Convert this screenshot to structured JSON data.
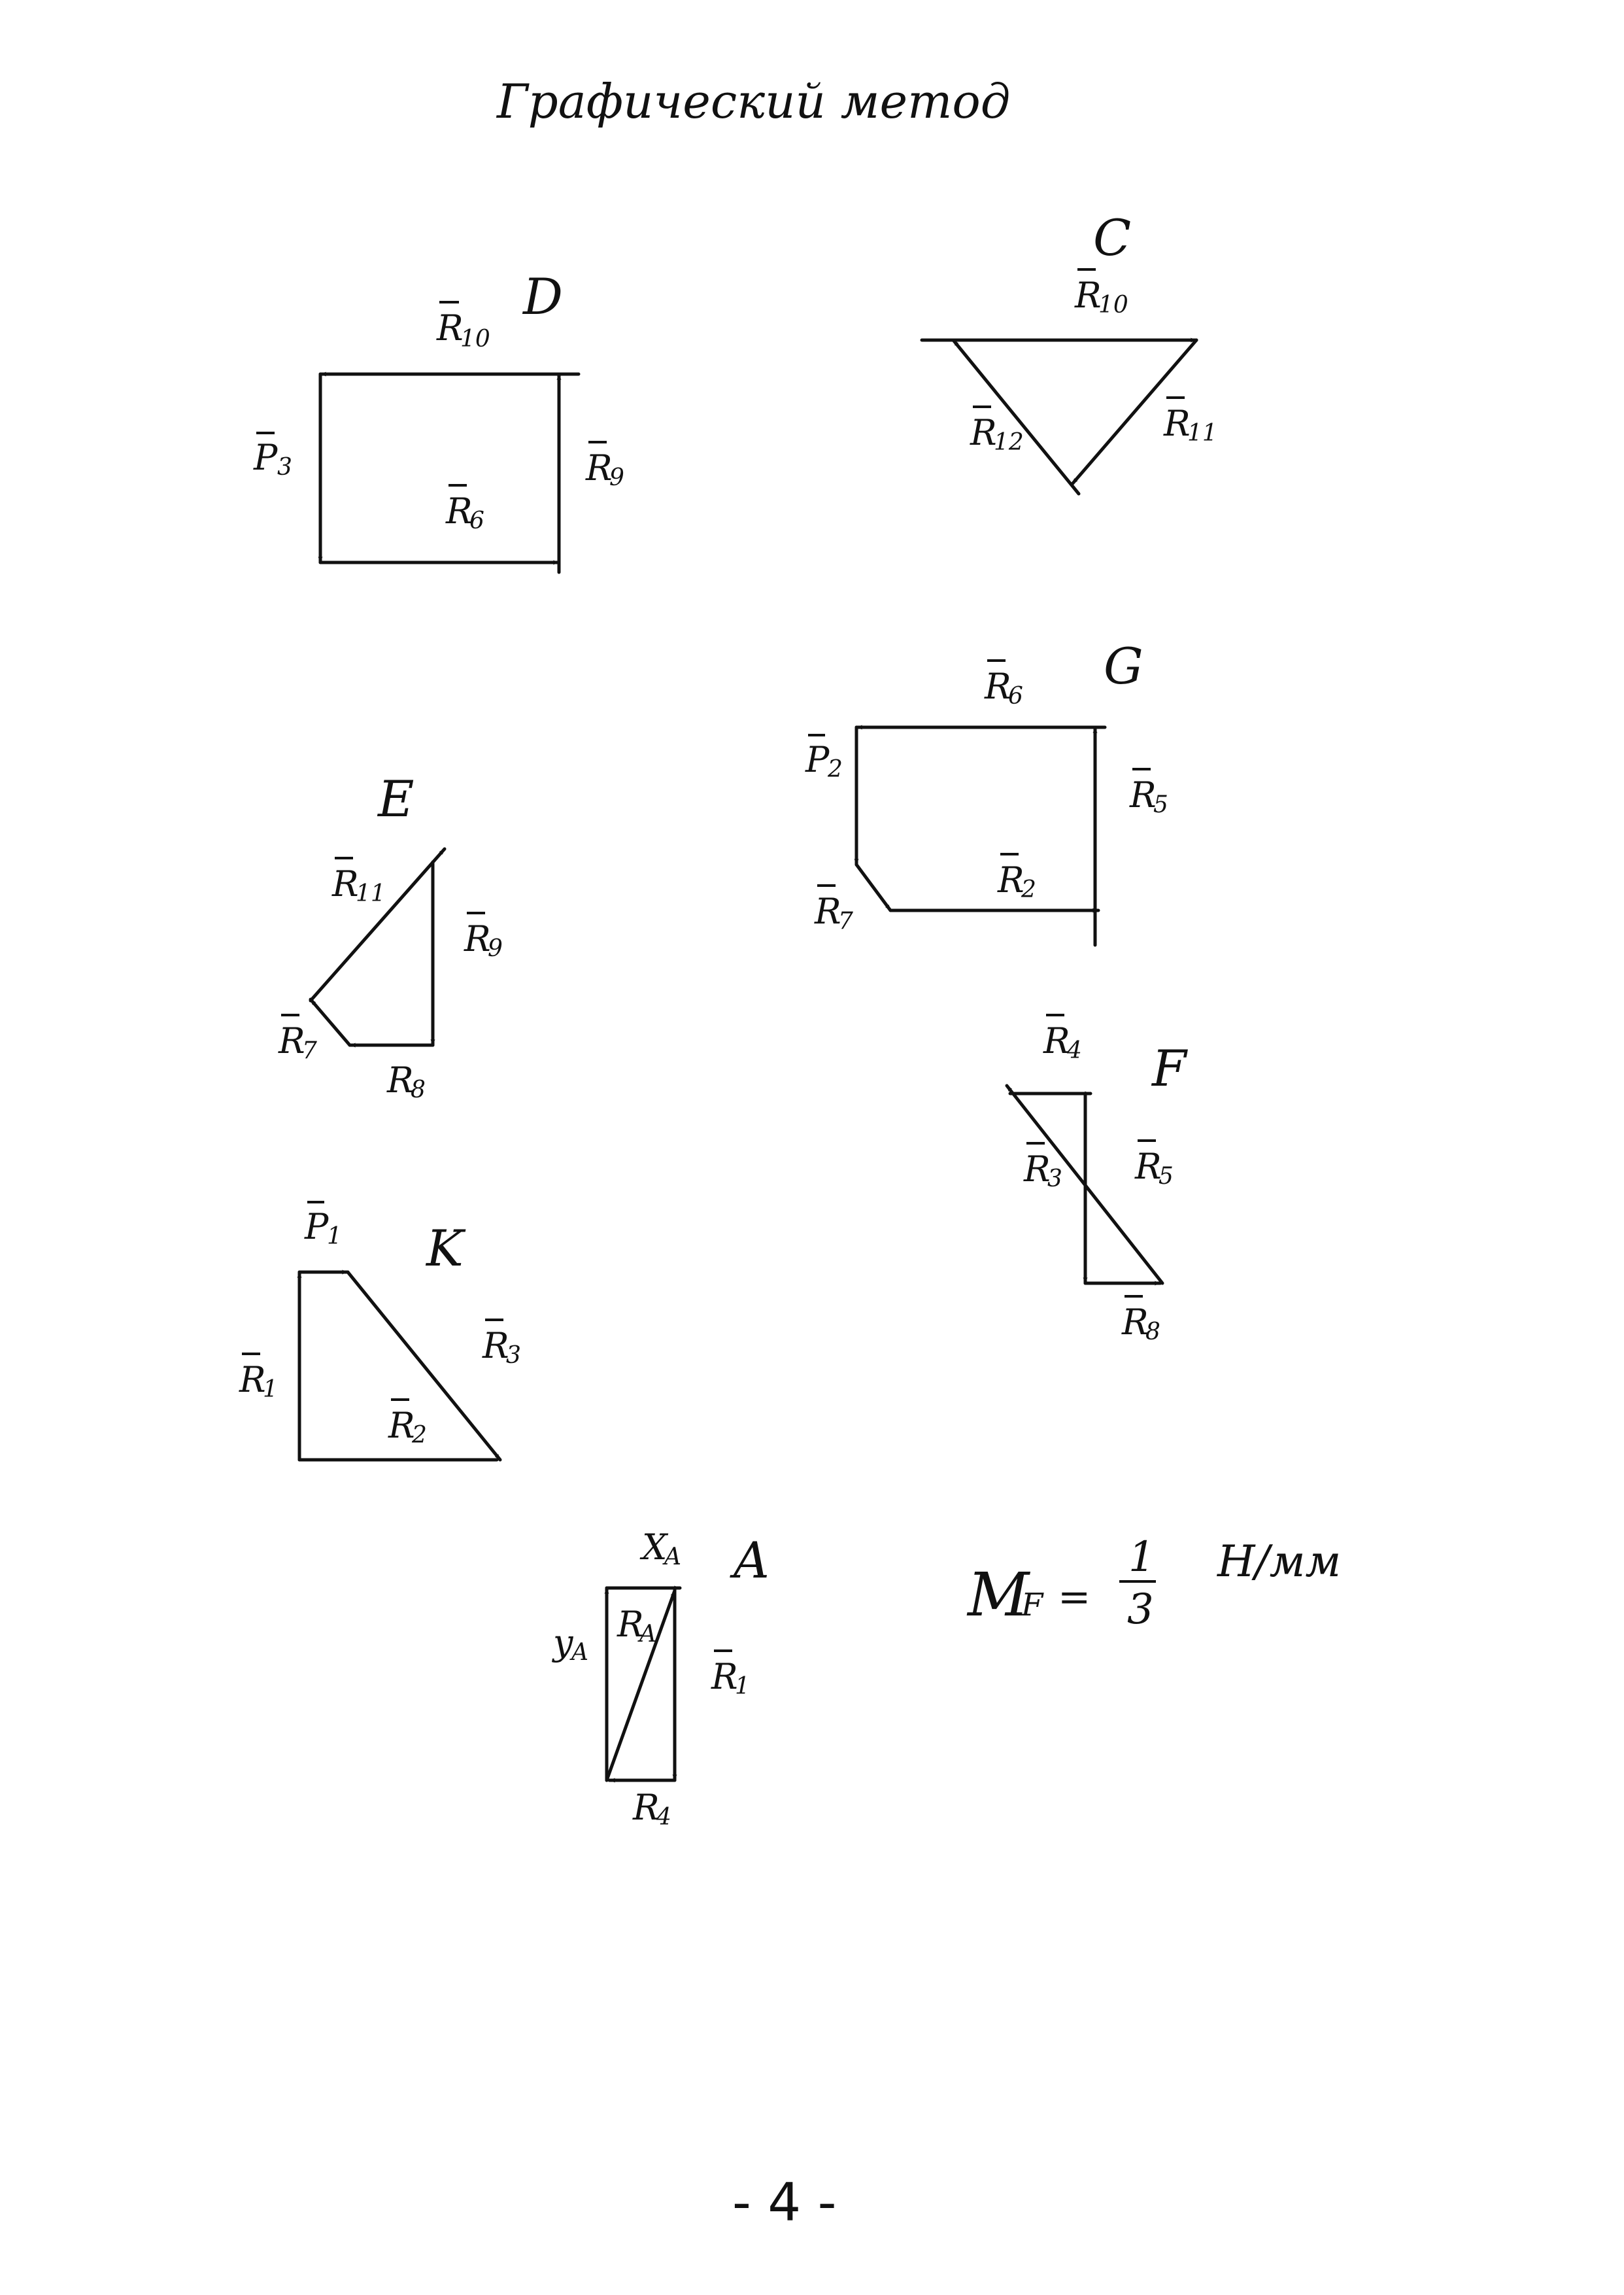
{
  "title": "Графический метод",
  "page_number": "- 4 -",
  "scale": {
    "symbol": "M",
    "subscript": "F",
    "equals": "=",
    "numerator": "1",
    "denominator": "3",
    "unit": "Н/мм"
  },
  "nodes": {
    "D": {
      "letter": "D",
      "labels": {
        "R10": [
          "R",
          "10"
        ],
        "P3": [
          "P",
          "3"
        ],
        "R9": [
          "R",
          "9"
        ],
        "R6": [
          "R",
          "6"
        ]
      }
    },
    "C": {
      "letter": "C",
      "labels": {
        "R10": [
          "R",
          "10"
        ],
        "R11": [
          "R",
          "11"
        ],
        "R12": [
          "R",
          "12"
        ]
      }
    },
    "G": {
      "letter": "G",
      "labels": {
        "R6": [
          "R",
          "6"
        ],
        "P2": [
          "P",
          "2"
        ],
        "R5": [
          "R",
          "5"
        ],
        "R7": [
          "R",
          "7"
        ],
        "R2": [
          "R",
          "2"
        ]
      }
    },
    "E": {
      "letter": "E",
      "labels": {
        "R11": [
          "R",
          "11"
        ],
        "R9": [
          "R",
          "9"
        ],
        "R7": [
          "R",
          "7"
        ],
        "R8": [
          "R",
          "8"
        ]
      }
    },
    "F": {
      "letter": "F",
      "labels": {
        "R4": [
          "R",
          "4"
        ],
        "R3": [
          "R",
          "3"
        ],
        "R5": [
          "R",
          "5"
        ],
        "R8": [
          "R",
          "8"
        ]
      }
    },
    "K": {
      "letter": "K",
      "labels": {
        "P1": [
          "P",
          "1"
        ],
        "R1": [
          "R",
          "1"
        ],
        "R3": [
          "R",
          "3"
        ],
        "R2": [
          "R",
          "2"
        ]
      }
    },
    "A": {
      "letter": "A",
      "labels": {
        "XA": [
          "X",
          "A"
        ],
        "YA": [
          "y",
          "A"
        ],
        "RA": [
          "R",
          "A"
        ],
        "R1": [
          "R",
          "1"
        ],
        "R4": [
          "R",
          "4"
        ]
      }
    }
  }
}
